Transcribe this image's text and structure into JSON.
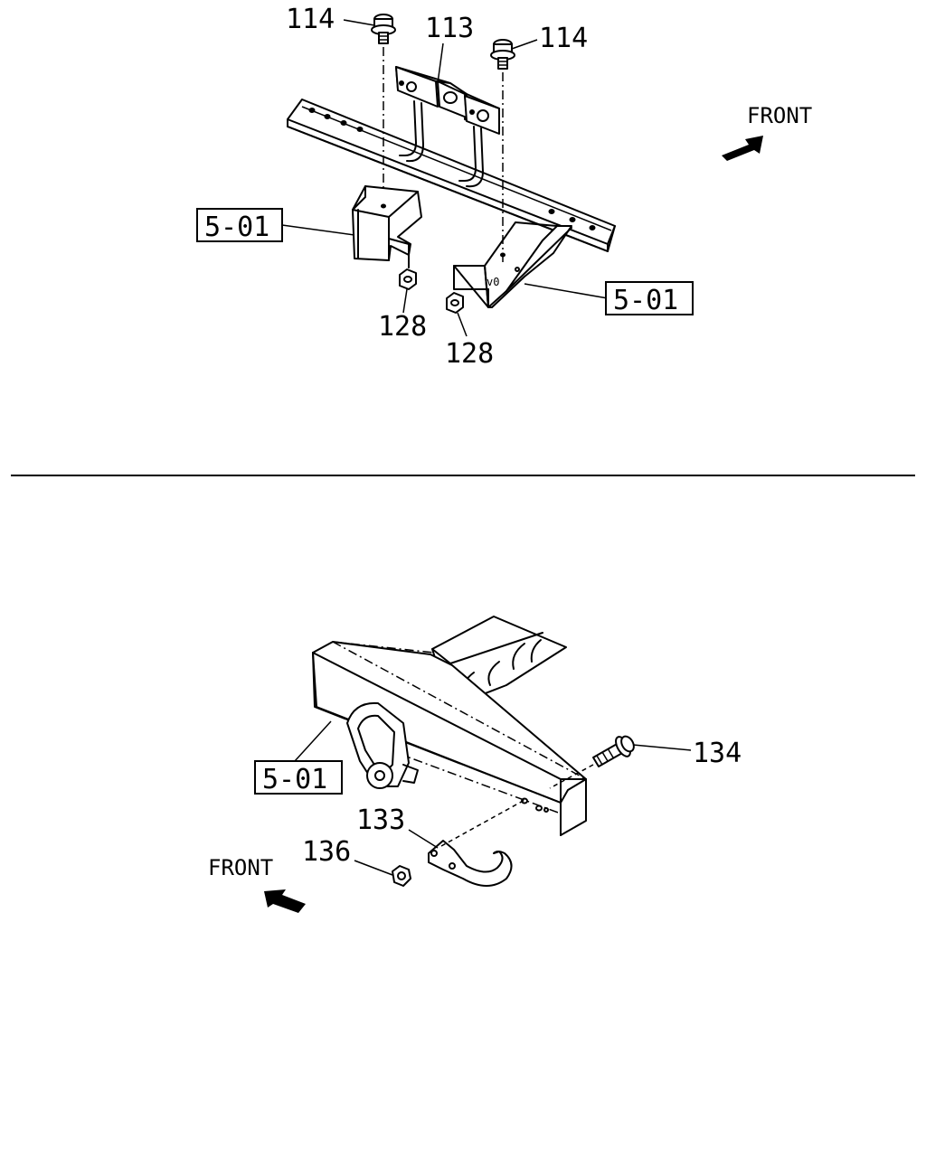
{
  "top": {
    "front_label": "FRONT",
    "callouts": {
      "bolt_left": "114",
      "bolt_right": "114",
      "bracket": "113",
      "ref_left": "5-01",
      "ref_right": "5-01",
      "nut_left": "128",
      "nut_right": "128"
    }
  },
  "bottom": {
    "front_label": "FRONT",
    "callouts": {
      "ref": "5-01",
      "bolt": "134",
      "hook": "133",
      "nut": "136"
    }
  },
  "colors": {
    "ink": "#000000",
    "paper": "#ffffff"
  }
}
